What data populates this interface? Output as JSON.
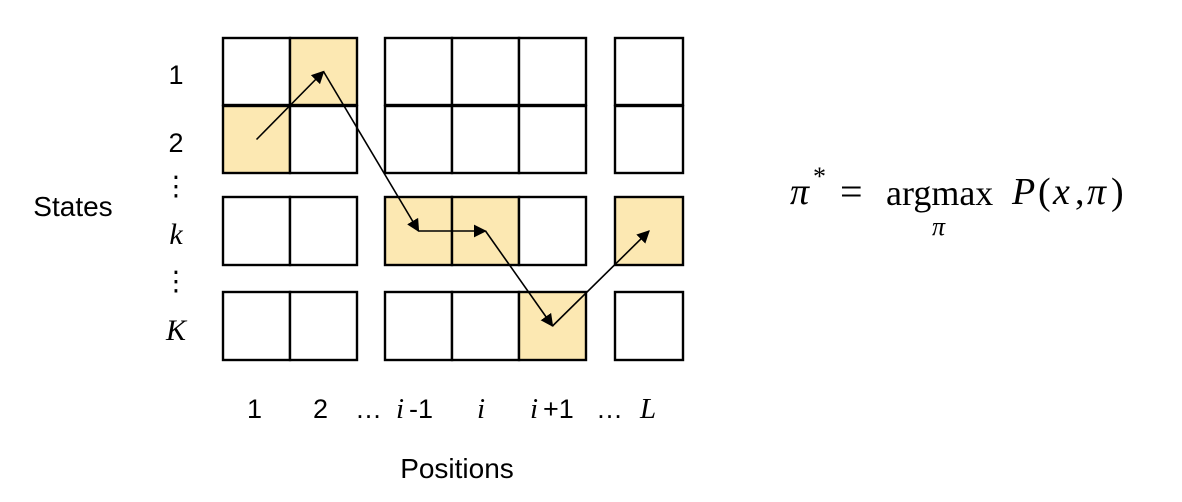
{
  "axis": {
    "y_title": "States",
    "x_title": "Positions"
  },
  "state_labels": [
    {
      "text": "1",
      "style": "sans"
    },
    {
      "text": "2",
      "style": "sans"
    },
    {
      "text": "⋮",
      "style": "sans"
    },
    {
      "text": "k",
      "style": "ital"
    },
    {
      "text": "⋮",
      "style": "sans"
    },
    {
      "text": "K",
      "style": "ital"
    }
  ],
  "position_labels": [
    {
      "text": "1",
      "italic": false
    },
    {
      "text": "2",
      "italic": false
    },
    {
      "text": "…",
      "italic": false
    },
    {
      "text": "i",
      "italic": true
    },
    {
      "text": "-1",
      "italic": false
    },
    {
      "text": "i",
      "italic": true
    },
    {
      "text": "i",
      "italic": true
    },
    {
      "text": "+1",
      "italic": false
    },
    {
      "text": "…",
      "italic": false
    },
    {
      "text": "L",
      "italic": true
    }
  ],
  "highlighted_cells": [
    {
      "row": 1,
      "col": 0
    },
    {
      "row": 0,
      "col": 1
    },
    {
      "row": 2,
      "col": 2
    },
    {
      "row": 2,
      "col": 3
    },
    {
      "row": 3,
      "col": 4
    },
    {
      "row": 2,
      "col": 5
    }
  ],
  "path": [
    {
      "row": 1,
      "col": 0
    },
    {
      "row": 0,
      "col": 1
    },
    {
      "row": 2,
      "col": 2
    },
    {
      "row": 2,
      "col": 3
    },
    {
      "row": 3,
      "col": 4
    },
    {
      "row": 2,
      "col": 5
    }
  ],
  "colors": {
    "highlight": "#FCE8B2",
    "stroke": "#000000",
    "empty": "#FFFFFF"
  },
  "formula": {
    "pi": "π",
    "star": "*",
    "equals": "=",
    "operator": "argmax",
    "subscript": "π",
    "function": "P",
    "open": "(",
    "arg1": "x",
    "comma": ",",
    "arg2": "π",
    "close": ")"
  }
}
